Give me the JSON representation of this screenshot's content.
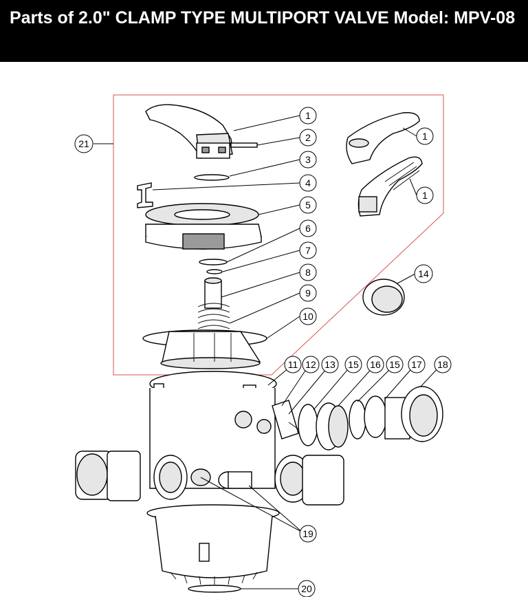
{
  "header": {
    "title": "Parts of 2.0\" CLAMP TYPE MULTIPORT VALVE Model: MPV-08"
  },
  "colors": {
    "banner_background": "#000000",
    "banner_text": "#ffffff",
    "group_frame": "#d9534f",
    "line_art": "#000000"
  },
  "callouts": {
    "c1a": "1",
    "c1b": "1",
    "c1c": "1",
    "c2": "2",
    "c3": "3",
    "c4": "4",
    "c5": "5",
    "c6": "6",
    "c7": "7",
    "c8": "8",
    "c9": "9",
    "c10": "10",
    "c11": "11",
    "c12": "12",
    "c13": "13",
    "c15a": "15",
    "c16": "16",
    "c15b": "15",
    "c17": "17",
    "c18": "18",
    "c14": "14",
    "c19": "19",
    "c20": "20",
    "c21": "21"
  }
}
